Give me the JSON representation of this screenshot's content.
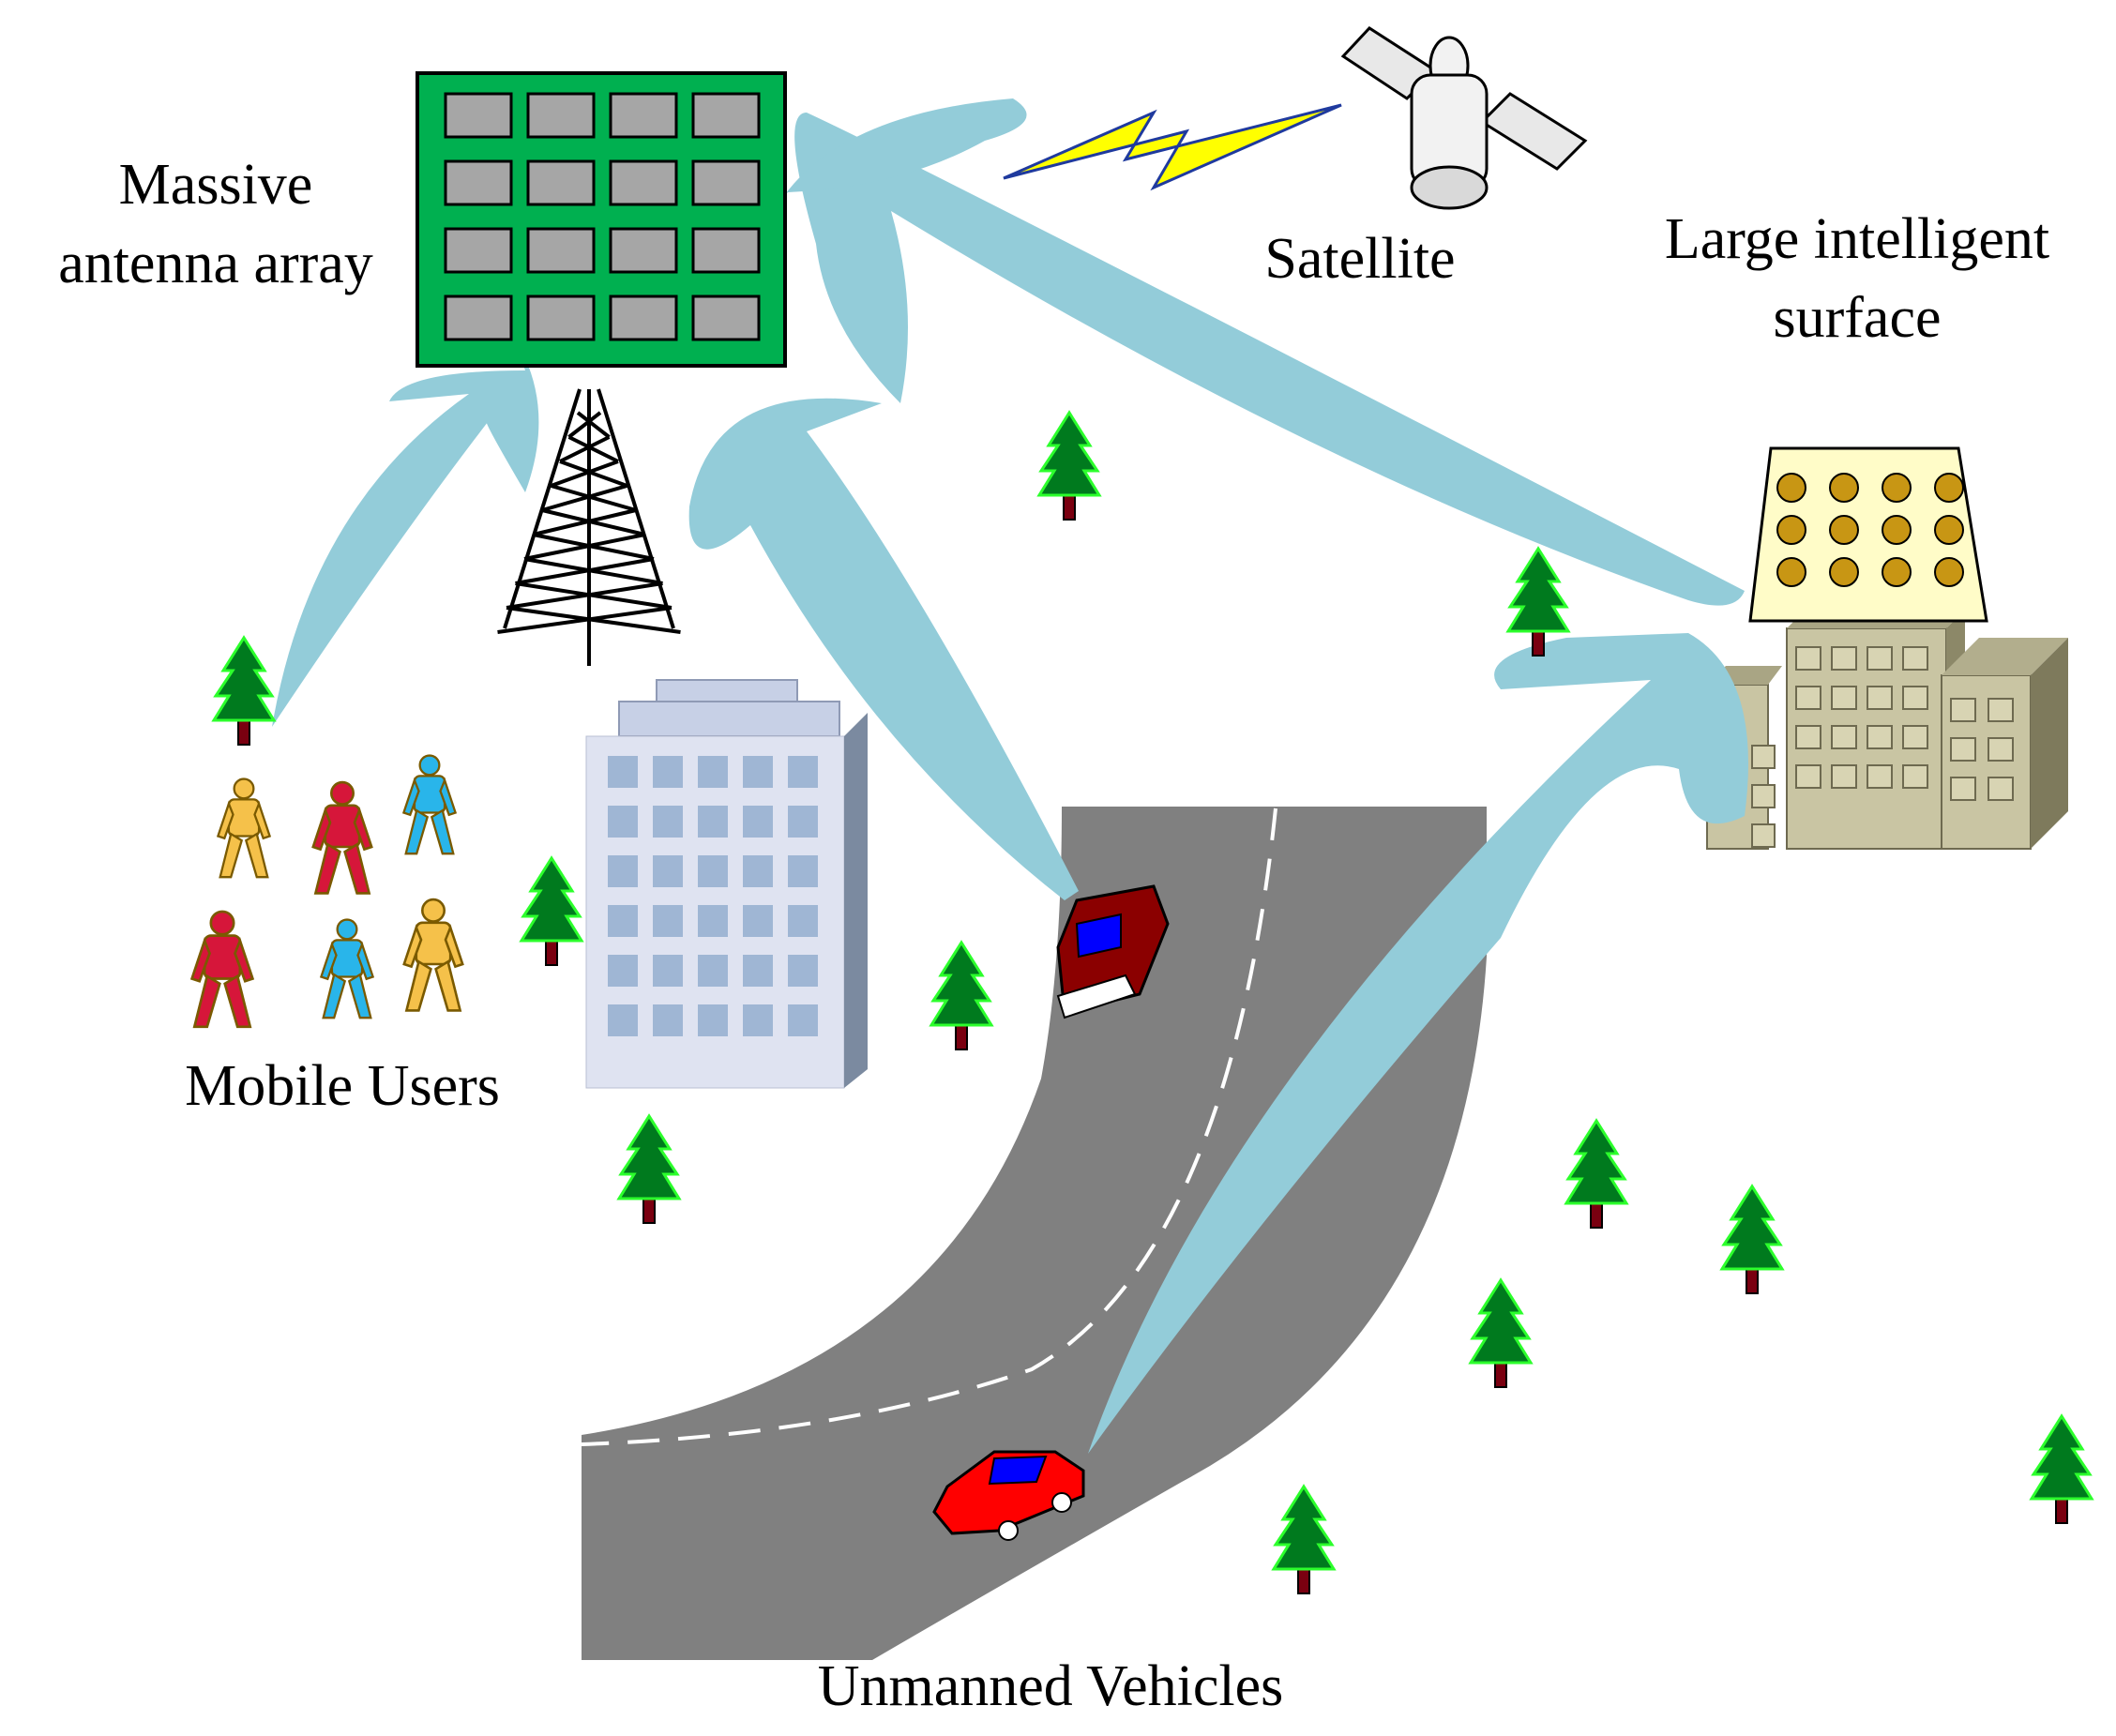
{
  "labels": {
    "antenna_line1": "Massive",
    "antenna_line2": "antenna array",
    "satellite": "Satellite",
    "lis_line1": "Large intelligent",
    "lis_line2": "surface",
    "mobile_users": "Mobile Users",
    "vehicles": "Unmanned Vehicles"
  },
  "colors": {
    "beam": "#93ccd9",
    "antenna_panel": "#00b050",
    "antenna_element": "#a6a6a6",
    "road": "#808080",
    "tree": "#007a1e",
    "tree_outline": "#2cff2c",
    "trunk": "#7a0010",
    "lightning": "#ffff00",
    "lis_dots": "#c89614",
    "lis_panel": "#fffcc8",
    "building_lis": "#c9c5a3",
    "office_building": "#dfe3f1",
    "window": "#9fb6d4",
    "car_dark": "#8b0000",
    "car_red": "#ff0000",
    "car_window": "#0000ff",
    "person_yellow": "#f5c14a",
    "person_red": "#d6163a",
    "person_blue": "#29b5ea"
  },
  "icons": [
    "antenna-array-icon",
    "tower-icon",
    "satellite-icon",
    "lightning-icon",
    "lis-panel-icon",
    "building-icon",
    "office-building-icon",
    "road-icon",
    "car-icon",
    "person-icon",
    "tree-icon",
    "beam-arrow-icon"
  ]
}
